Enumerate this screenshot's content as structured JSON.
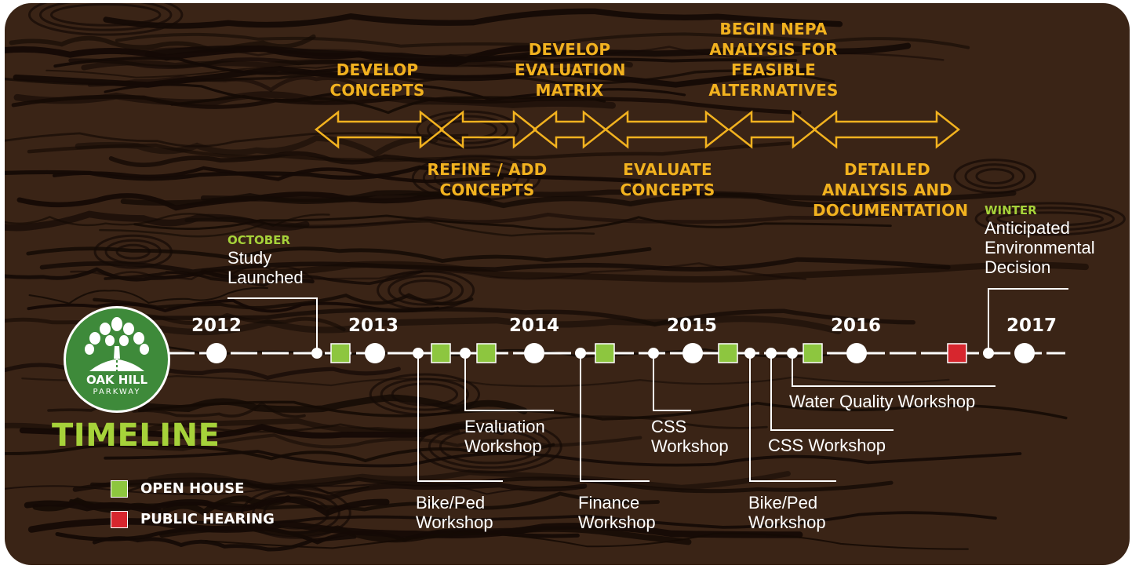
{
  "colors": {
    "background": "#3a2416",
    "grain": "#120905",
    "phase_text": "#f2b21f",
    "open_house": "#8dc63f",
    "public_hearing": "#d7262e",
    "logo_green": "#3e8a3a",
    "accent_green": "#a6d23a"
  },
  "logo": {
    "line1": "OAK HILL",
    "line2": "PARKWAY",
    "icon": "tree-road-icon"
  },
  "title": "TIMELINE",
  "legend": [
    {
      "label": "OPEN HOUSE",
      "color": "#8dc63f"
    },
    {
      "label": "PUBLIC HEARING",
      "color": "#d7262e"
    }
  ],
  "phases": {
    "develop_concepts": "DEVELOP\nCONCEPTS",
    "refine_add": "REFINE / ADD\nCONCEPTS",
    "develop_matrix": "DEVELOP\nEVALUATION\nMATRIX",
    "evaluate_concepts": "EVALUATE\nCONCEPTS",
    "begin_nepa": "BEGIN NEPA\nANALYSIS FOR\nFEASIBLE\nALTERNATIVES",
    "detailed_analysis": "DETAILED\nANALYSIS AND\nDOCUMENTATION"
  },
  "years": [
    "2012",
    "2013",
    "2014",
    "2015",
    "2016",
    "2017"
  ],
  "events": {
    "study": {
      "tag": "OCTOBER",
      "label": "Study\nLaunched"
    },
    "decision": {
      "tag": "WINTER",
      "label": "Anticipated\nEnvironmental\nDecision"
    },
    "bikeped1": "Bike/Ped\nWorkshop",
    "evaluation": "Evaluation\nWorkshop",
    "finance": "Finance\nWorkshop",
    "css1": "CSS\nWorkshop",
    "bikeped2": "Bike/Ped\nWorkshop",
    "css2": "CSS Workshop",
    "water": "Water Quality Workshop"
  }
}
